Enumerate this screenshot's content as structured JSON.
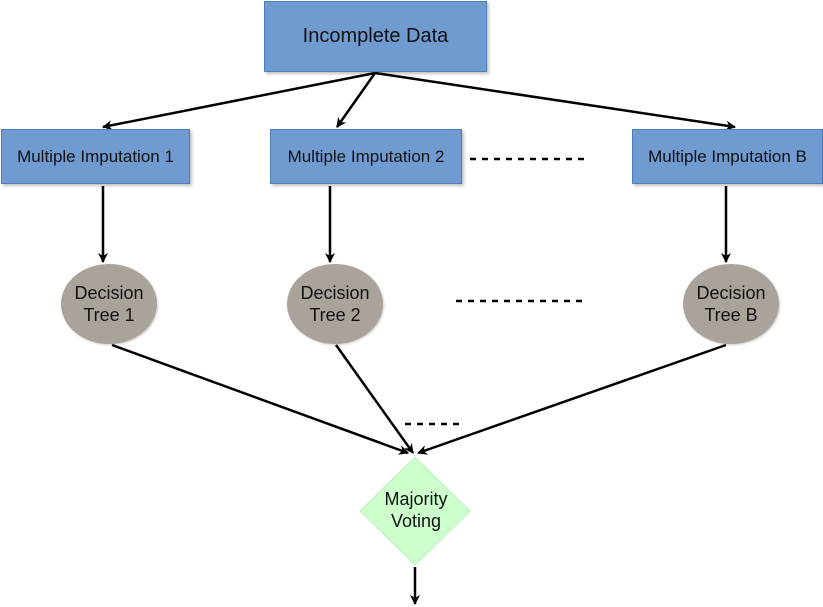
{
  "nodes": {
    "incomplete_data": "Incomplete Data",
    "imputations": [
      "Multiple Imputation 1",
      "Multiple Imputation 2",
      "Multiple Imputation B"
    ],
    "trees": [
      {
        "line1": "Decision",
        "line2": "Tree 1"
      },
      {
        "line1": "Decision",
        "line2": "Tree 2"
      },
      {
        "line1": "Decision",
        "line2": "Tree B"
      }
    ],
    "vote": {
      "line1": "Majority",
      "line2": "Voting"
    }
  },
  "colors": {
    "box_fill": "#6f9bd1",
    "tree_fill": "#aaa39c",
    "vote_fill": "#ccffcc",
    "arrow": "#000000"
  }
}
